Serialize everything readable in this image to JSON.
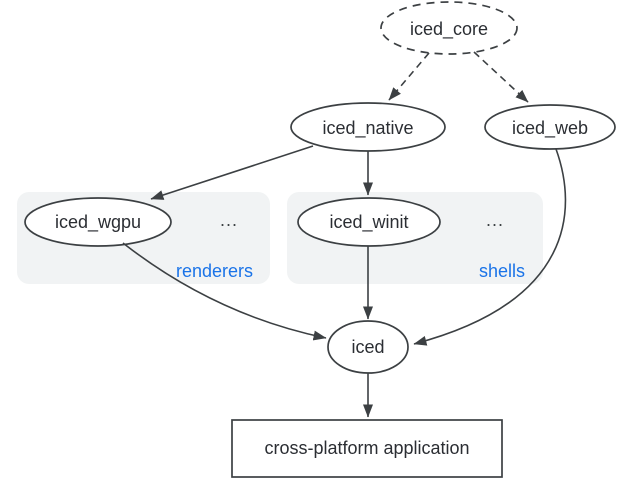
{
  "diagram": {
    "nodes": {
      "core": {
        "label": "iced_core"
      },
      "native": {
        "label": "iced_native"
      },
      "web": {
        "label": "iced_web"
      },
      "wgpu": {
        "label": "iced_wgpu"
      },
      "winit": {
        "label": "iced_winit"
      },
      "iced": {
        "label": "iced"
      },
      "app": {
        "label": "cross-platform application"
      }
    },
    "groups": {
      "renderers": {
        "label": "renderers",
        "more": "..."
      },
      "shells": {
        "label": "shells",
        "more": "..."
      }
    },
    "colors": {
      "background": "#ffffff",
      "stroke": "#3c4043",
      "text": "#2b2e33",
      "accent_blue": "#1a73e8",
      "group_fill": "#f1f3f4",
      "node_fill": "#ffffff"
    }
  }
}
